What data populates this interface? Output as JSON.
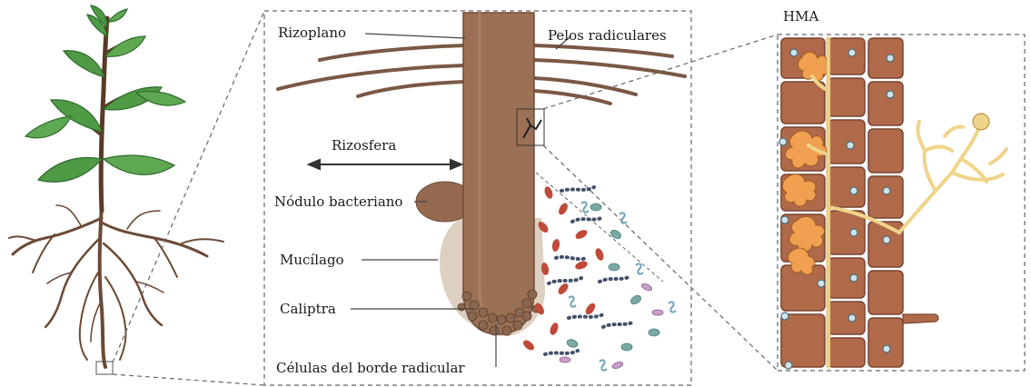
{
  "labels": {
    "rizoplano": "Rizoplano",
    "pelos": "Pelos radiculares",
    "rizosfera": "Rizosfera",
    "nodulo": "Nódulo bacteriano",
    "mucilago": "Mucílago",
    "caliptra": "Caliptra",
    "celulas": "Células del borde radicular",
    "hma": "HMA"
  },
  "colors": {
    "leaf": "#4f9a45",
    "leaf_light": "#8cc57a",
    "stem": "#5a3a26",
    "root": "#9b7054",
    "root_dark": "#6f4d39",
    "mucilage": "#ddd0c0",
    "hair": "#7a5845",
    "cell": "#b06a4a",
    "cell_border": "#7a4430",
    "hypha": "#f0d48a",
    "arbuscule": "#f0a050"
  }
}
